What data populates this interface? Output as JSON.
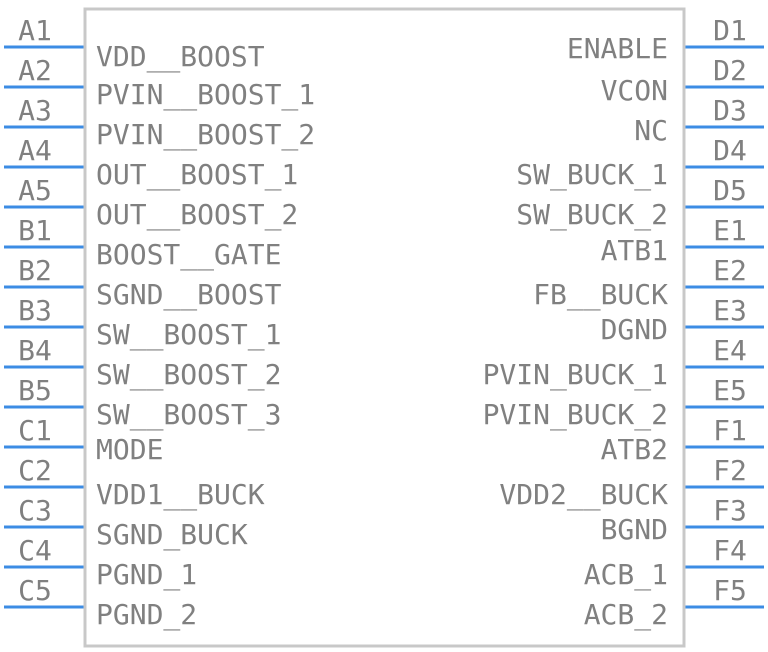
{
  "left_pins": [
    {
      "number": "A1",
      "name": "VDD__BOOST"
    },
    {
      "number": "A2",
      "name": "PVIN__BOOST_1"
    },
    {
      "number": "A3",
      "name": "PVIN__BOOST_2"
    },
    {
      "number": "A4",
      "name": "OUT__BOOST_1"
    },
    {
      "number": "A5",
      "name": "OUT__BOOST_2"
    },
    {
      "number": "B1",
      "name": "BOOST__GATE"
    },
    {
      "number": "B2",
      "name": "SGND__BOOST"
    },
    {
      "number": "B3",
      "name": "SW__BOOST_1"
    },
    {
      "number": "B4",
      "name": "SW__BOOST_2"
    },
    {
      "number": "B5",
      "name": "SW__BOOST_3"
    },
    {
      "number": "C1",
      "name": "MODE"
    },
    {
      "number": "C2",
      "name": "VDD1__BUCK"
    },
    {
      "number": "C3",
      "name": "SGND_BUCK"
    },
    {
      "number": "C4",
      "name": "PGND_1"
    },
    {
      "number": "C5",
      "name": "PGND_2"
    }
  ],
  "right_pins": [
    {
      "number": "D1",
      "name": "ENABLE"
    },
    {
      "number": "D2",
      "name": "VCON"
    },
    {
      "number": "D3",
      "name": "NC"
    },
    {
      "number": "D4",
      "name": "SW_BUCK_1"
    },
    {
      "number": "D5",
      "name": "SW_BUCK_2"
    },
    {
      "number": "E1",
      "name": "ATB1"
    },
    {
      "number": "E2",
      "name": "FB__BUCK"
    },
    {
      "number": "E3",
      "name": "DGND"
    },
    {
      "number": "E4",
      "name": "PVIN_BUCK_1"
    },
    {
      "number": "E5",
      "name": "PVIN_BUCK_2"
    },
    {
      "number": "F1",
      "name": "ATB2"
    },
    {
      "number": "F2",
      "name": "VDD2__BUCK"
    },
    {
      "number": "F3",
      "name": "BGND"
    },
    {
      "number": "F4",
      "name": "ACB_1"
    },
    {
      "number": "F5",
      "name": "ACB_2"
    }
  ],
  "colors": {
    "pin_line": "#3c8ce4",
    "body_outline": "#c8c8c8",
    "text": "#808080"
  }
}
